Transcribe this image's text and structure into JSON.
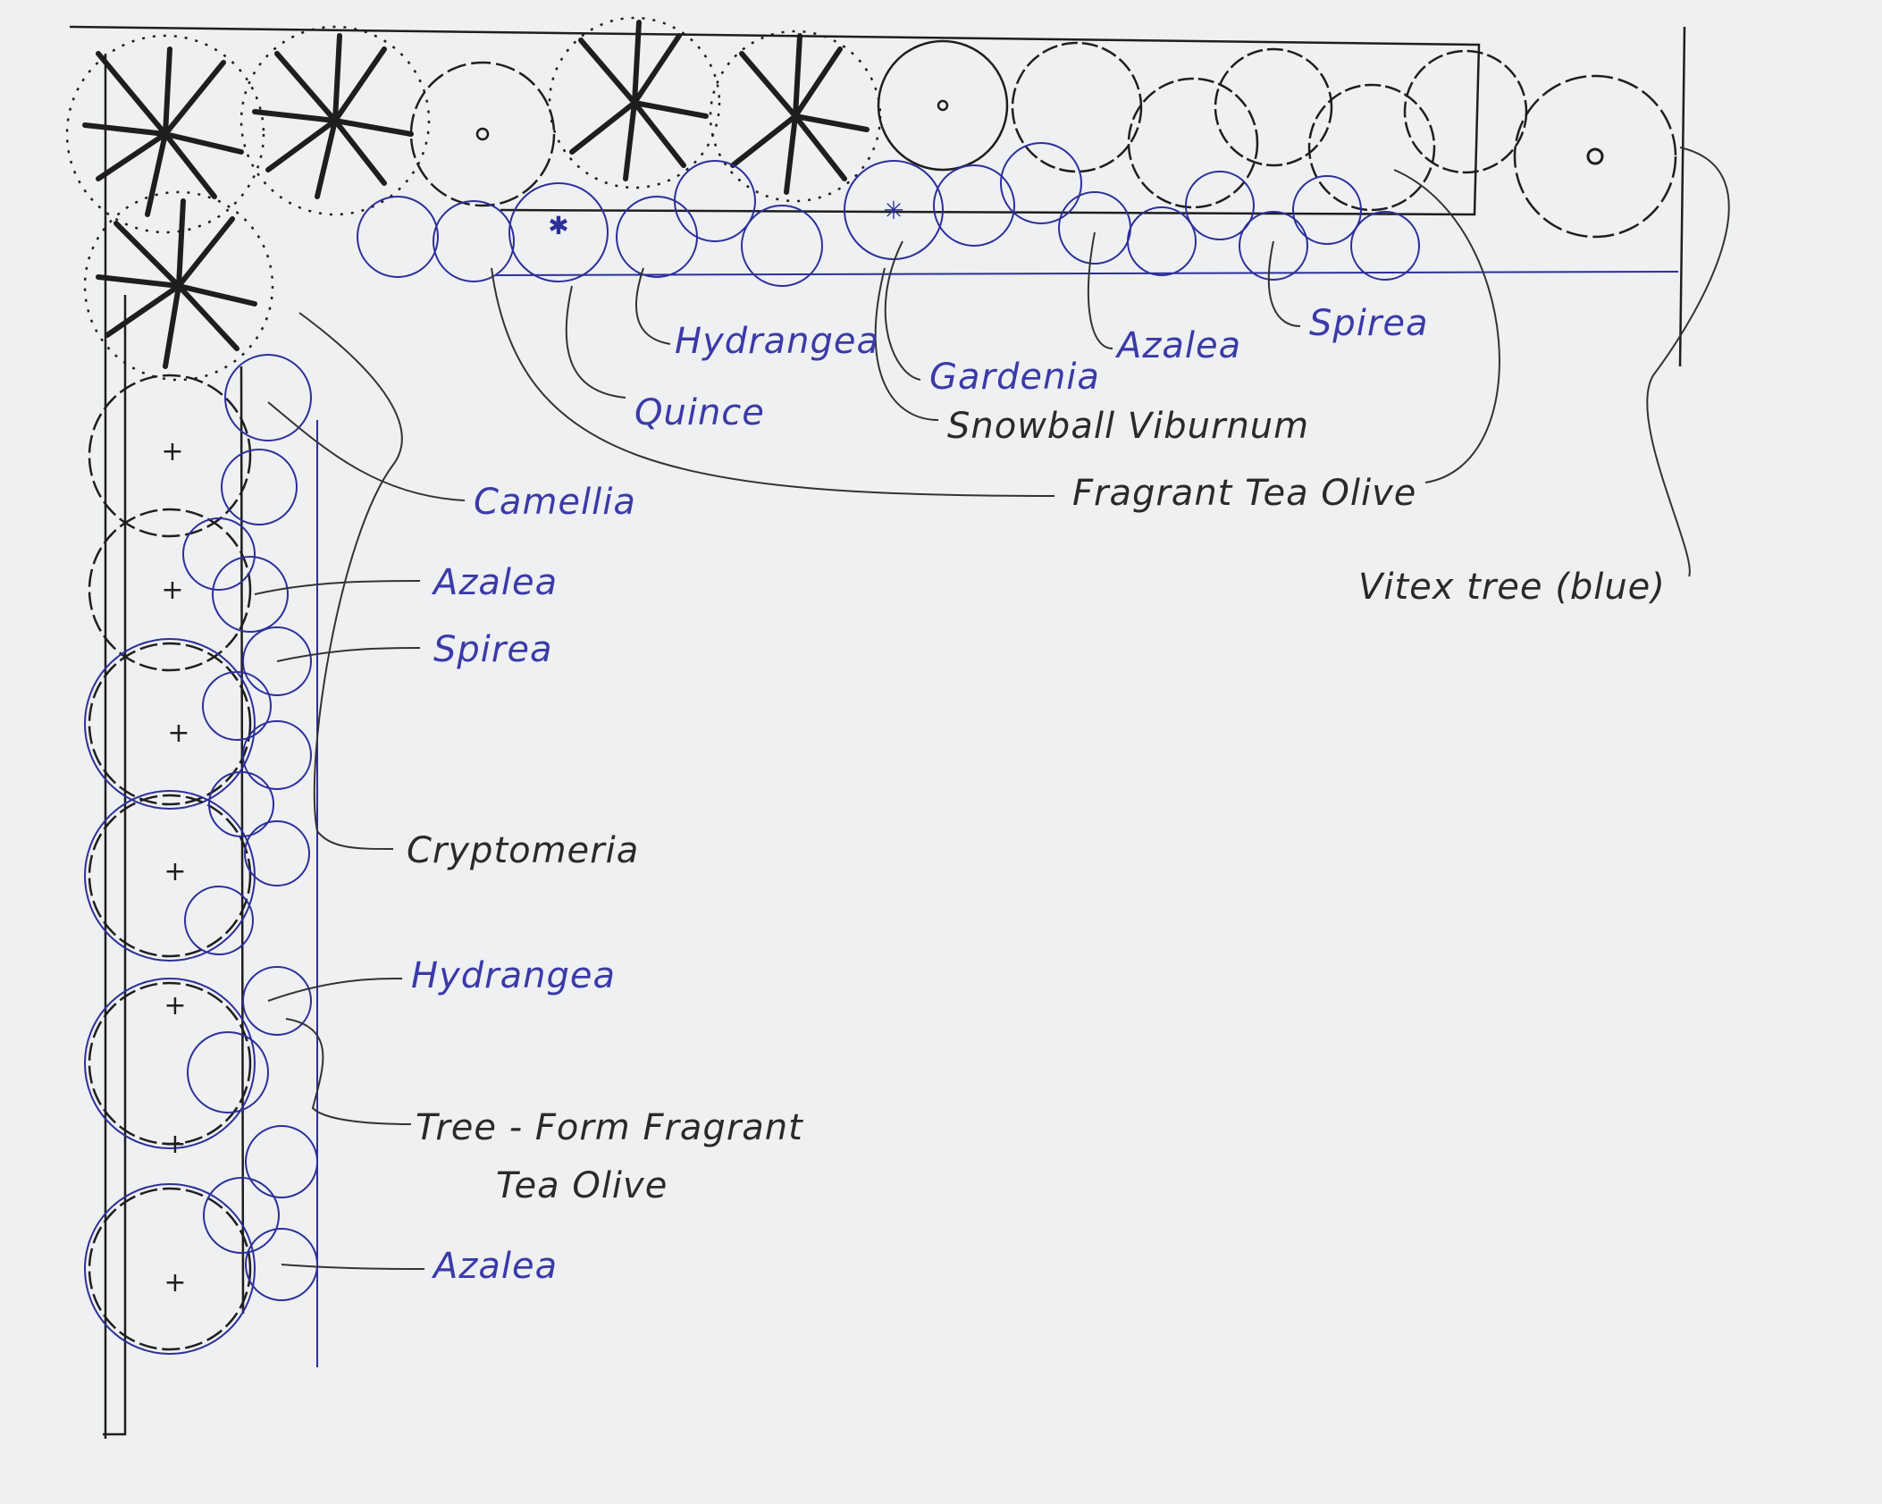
{
  "colors": {
    "paper": "#eef0f1",
    "ink_black": "#1e1e1e",
    "ink_blue": "#2c2f9a",
    "label_blue": "#3a3aa8"
  },
  "labels": {
    "hydrangea_top": "Hydrangea",
    "quince": "Quince",
    "gardenia": "Gardenia",
    "snowball_viburnum": "Snowball Viburnum",
    "azalea_top": "Azalea",
    "spirea_top": "Spirea",
    "camellia": "Camellia",
    "fragrant_tea_olive": "Fragrant Tea Olive",
    "vitex_tree": "Vitex tree (blue)",
    "azalea_left": "Azalea",
    "spirea_left": "Spirea",
    "cryptomeria": "Cryptomeria",
    "hydrangea_left": "Hydrangea",
    "tree_form_line1": "Tree - Form Fragrant",
    "tree_form_line2": "Tea Olive",
    "azalea_bottom": "Azalea"
  }
}
